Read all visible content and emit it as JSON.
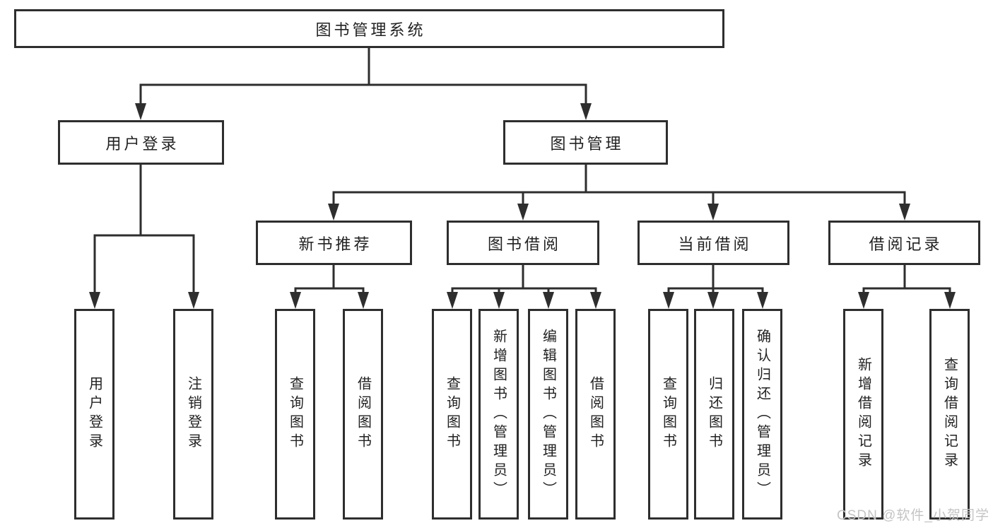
{
  "diagram": {
    "root": {
      "label": "图书管理系统"
    },
    "level2": [
      {
        "label": "用户登录"
      },
      {
        "label": "图书管理"
      }
    ],
    "level3": [
      {
        "label": "新书推荐"
      },
      {
        "label": "图书借阅"
      },
      {
        "label": "当前借阅"
      },
      {
        "label": "借阅记录"
      }
    ],
    "leaves": [
      {
        "label": "用户登录"
      },
      {
        "label": "注销登录"
      },
      {
        "label": "查询图书"
      },
      {
        "label": "借阅图书"
      },
      {
        "label": "查询图书"
      },
      {
        "label": "新增图书（管理员）"
      },
      {
        "label": "编辑图书（管理员）"
      },
      {
        "label": "借阅图书"
      },
      {
        "label": "查询图书"
      },
      {
        "label": "归还图书"
      },
      {
        "label": "确认归还（管理员）"
      },
      {
        "label": "新增借阅记录"
      },
      {
        "label": "查询借阅记录"
      }
    ]
  },
  "watermark": {
    "text": "CSDN @软件_小贺同学"
  },
  "colors": {
    "line": "#2e2e2e",
    "text": "#222222",
    "background": "#ffffff",
    "watermark": "#c4c4c4"
  }
}
